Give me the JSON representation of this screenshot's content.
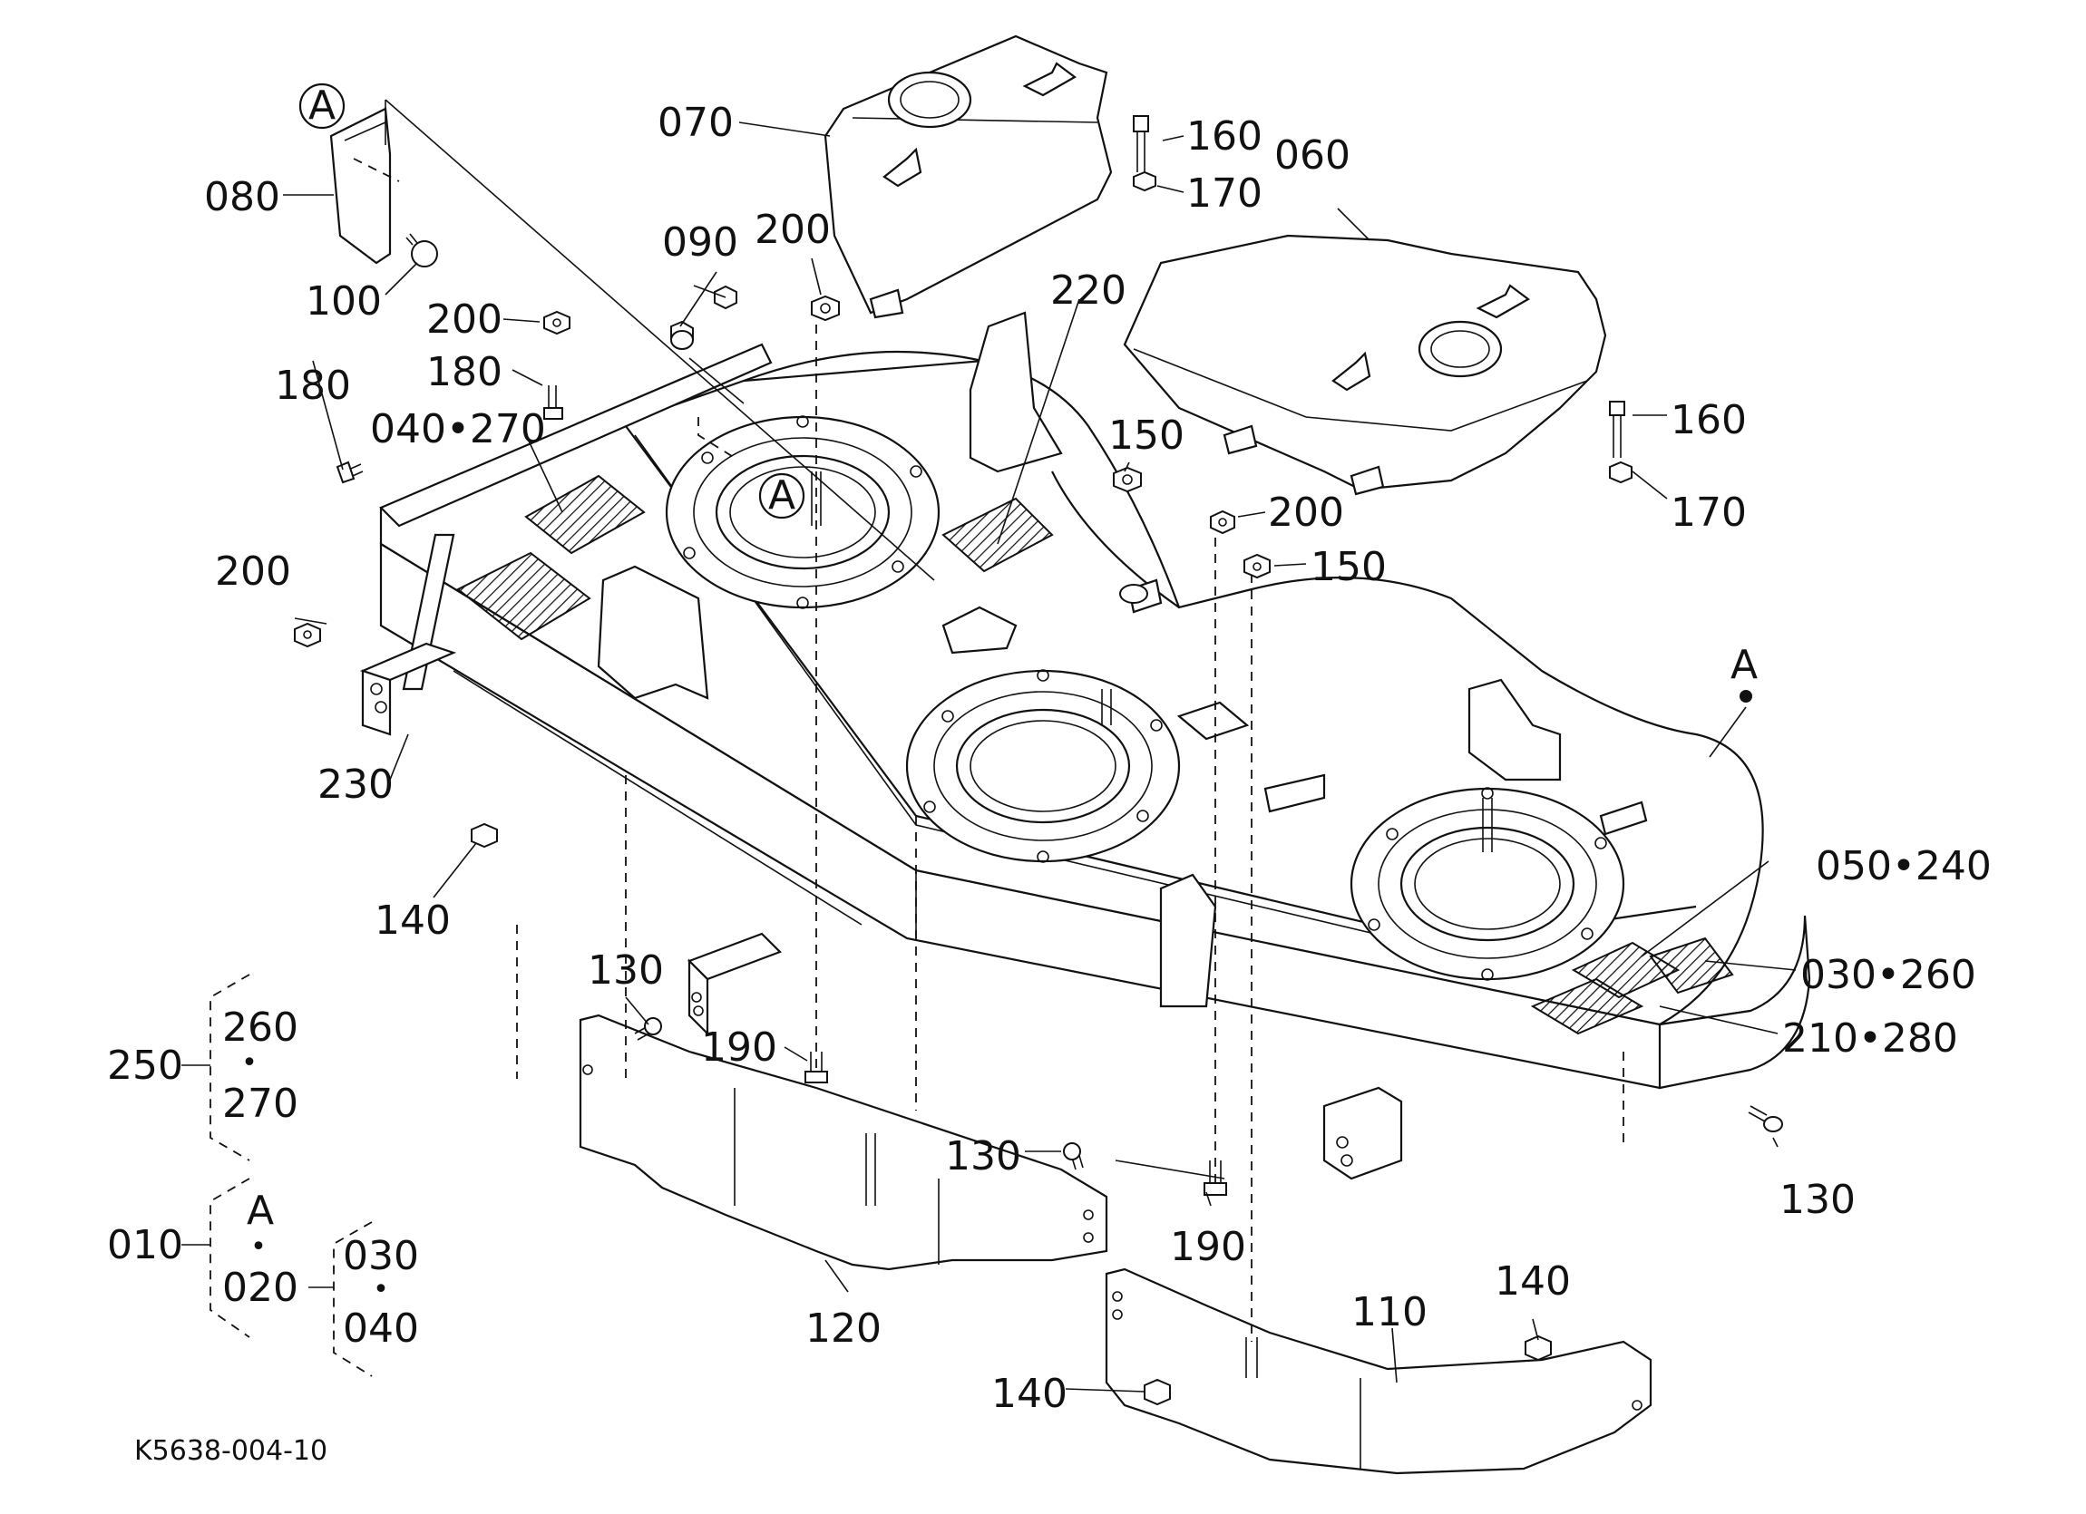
{
  "drawing_code": "K5638-004-10",
  "labels": {
    "p070": "070",
    "p160a": "160",
    "p170a": "170",
    "p060": "060",
    "p080": "080",
    "p100": "100",
    "p090": "090",
    "p200a": "200",
    "p200b": "200",
    "p180a": "180",
    "p180b": "180",
    "p040_270": "040•270",
    "p220": "220",
    "p150a": "150",
    "p160b": "160",
    "p170b": "170",
    "p200c": "200",
    "p150b": "150",
    "p200d": "200",
    "pA_right": "A",
    "p230": "230",
    "p140a": "140",
    "p050_240": "050•240",
    "p030_260": "030•260",
    "p210_280": "210•280",
    "p130a": "130",
    "p190a": "190",
    "p130b": "130",
    "p130c": "130",
    "p190b": "190",
    "p140b": "140",
    "p110": "110",
    "p120": "120",
    "p140c": "140"
  },
  "callouts": {
    "a_top": "A",
    "a_mid": "A"
  },
  "legend": {
    "g250": "250",
    "g260": "260",
    "g270": "270",
    "g010": "010",
    "gA": "A",
    "g020": "020",
    "g030": "030",
    "g040": "040",
    "dot": "•"
  }
}
